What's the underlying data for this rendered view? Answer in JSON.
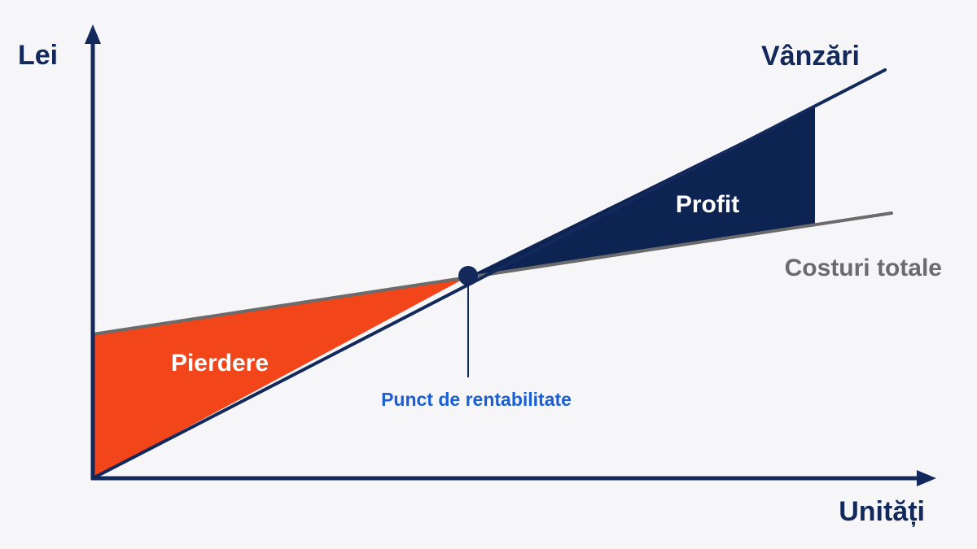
{
  "labels": {
    "y_axis": "Lei",
    "x_axis": "Unități",
    "sales_line": "Vânzări",
    "total_costs_line": "Costuri totale",
    "profit_area": "Profit",
    "loss_area": "Pierdere",
    "break_even_point": "Punct de rentabilitate"
  },
  "colors": {
    "background": "#f6f6f8",
    "axis": "#13285b",
    "sales_line": "#13285b",
    "total_costs_line": "#6b6b6b",
    "profit_fill": "#0d2452",
    "loss_fill": "#f2461a",
    "break_even_label": "#1a5fd6",
    "light_text": "#ffffff"
  }
}
